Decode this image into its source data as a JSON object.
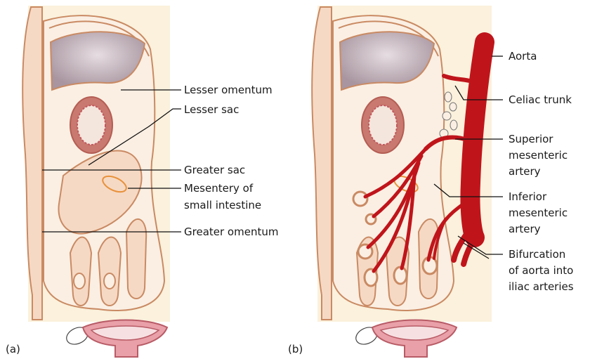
{
  "panel_a": {
    "tag": "(a)",
    "labels": {
      "lesser_omentum": "Lesser omentum",
      "lesser_sac": "Lesser sac",
      "greater_sac": "Greater sac",
      "mesentery_line1": "Mesentery of",
      "mesentery_line2": "small intestine",
      "greater_omentum": "Greater omentum"
    }
  },
  "panel_b": {
    "tag": "(b)",
    "labels": {
      "aorta": "Aorta",
      "celiac_trunk": "Celiac trunk",
      "sma_line1": "Superior",
      "sma_line2": "mesenteric",
      "sma_line3": "artery",
      "ima_line1": "Inferior",
      "ima_line2": "mesenteric",
      "ima_line3": "artery",
      "bif_line1": "Bifurcation",
      "bif_line2": "of aorta into",
      "bif_line3": "iliac arteries"
    }
  },
  "colors": {
    "background": "#fbf1dc",
    "tissue": "#f6d9c4",
    "outline": "#c98a63",
    "liver": "#b9a9b4",
    "stomach": "#c9796f",
    "artery": "#c0141b",
    "bladder": "#e9a0a8",
    "mesentery_ring": "#e8913a"
  }
}
